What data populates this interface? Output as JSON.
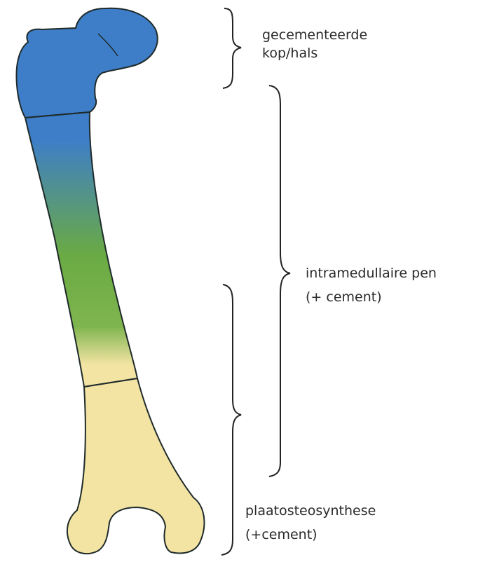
{
  "colors": {
    "head_neck": "#3e7ec8",
    "shaft_top": "#3e7ec8",
    "shaft_mid": "#6aaa44",
    "distal": "#f3e4a4",
    "outline": "#1f2a2a",
    "bracket": "#222222",
    "background": "#ffffff"
  },
  "labels": {
    "head_neck": {
      "line1": "gecementeerde",
      "line2": "kop/hals"
    },
    "intramedullary": {
      "line1": "intramedullaire pen",
      "line2": "(+ cement)"
    },
    "plate": {
      "line1": "plaatosteosynthese",
      "line2": "(+cement)"
    }
  }
}
